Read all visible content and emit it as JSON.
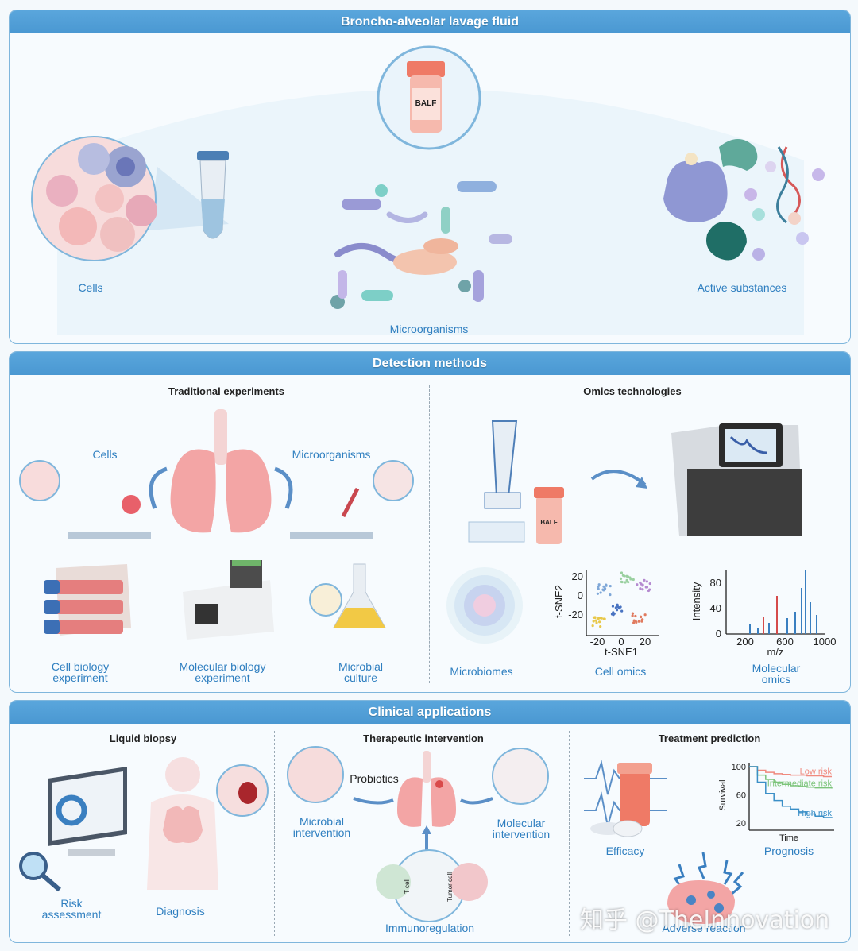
{
  "panel1": {
    "title": "Broncho-alveolar lavage fluid",
    "bottle_label": "BALF",
    "cells": "Cells",
    "microorganisms": "Microorganisms",
    "active_substances": "Active substances"
  },
  "panel2": {
    "title": "Detection methods",
    "traditional": "Traditional experiments",
    "omics": "Omics technologies",
    "cells": "Cells",
    "microorganisms": "Microorganisms",
    "bottle_label": "BALF",
    "cell_bio": [
      "Cell biology",
      "experiment"
    ],
    "mol_bio": [
      "Molecular biology",
      "experiment"
    ],
    "micro_culture": [
      "Microbial",
      "culture"
    ],
    "microbiomes": "Microbiomes",
    "cell_omics": "Cell omics",
    "mol_omics": [
      "Molecular",
      "omics"
    ]
  },
  "tsne_chart": {
    "xlabel": "t-SNE1",
    "ylabel": "t-SNE2",
    "xticks": [
      "-20",
      "0",
      "20"
    ],
    "yticks": [
      "20",
      "0",
      "-20"
    ]
  },
  "ms_chart": {
    "xlabel": "m/z",
    "ylabel": "Intensity",
    "xticks": [
      "200",
      "600",
      "1000"
    ],
    "yticks": [
      "80",
      "40",
      "0"
    ]
  },
  "panel3": {
    "title": "Clinical applications",
    "liquid_biopsy": "Liquid biopsy",
    "therapeutic": "Therapeutic intervention",
    "treatment_prediction": "Treatment prediction",
    "risk": [
      "Risk",
      "assessment"
    ],
    "diagnosis": "Diagnosis",
    "probiotics": "Probiotics",
    "microbial_int": [
      "Microbial",
      "intervention"
    ],
    "molecular_int": [
      "Molecular",
      "intervention"
    ],
    "immunoregulation": "Immunoregulation",
    "t_cell": "T cell",
    "tumor_cell": "Tumor cell",
    "efficacy": "Efficacy",
    "prognosis": "Prognosis",
    "adverse": "Adverse reaction"
  },
  "chart_data": {
    "type": "line",
    "xlabel": "Time",
    "ylabel": "Survival",
    "yticks": [
      "100",
      "60",
      "20"
    ],
    "ylim": [
      10,
      100
    ],
    "x": [
      0,
      1,
      2,
      3,
      4,
      5,
      6,
      7,
      8,
      9,
      10
    ],
    "series": [
      {
        "name": "Low risk",
        "color": "#f08a7e",
        "values": [
          100,
          95,
          92,
          90,
          89,
          88,
          88,
          87,
          87,
          86,
          86
        ]
      },
      {
        "name": "Intermediate risk",
        "color": "#7cc47a",
        "values": [
          100,
          88,
          82,
          78,
          75,
          73,
          72,
          71,
          70,
          70,
          69
        ]
      },
      {
        "name": "High risk",
        "color": "#3a8fc7",
        "values": [
          100,
          78,
          62,
          52,
          44,
          40,
          36,
          33,
          30,
          28,
          27
        ]
      }
    ]
  },
  "watermark": "知乎 @TheInnovation"
}
